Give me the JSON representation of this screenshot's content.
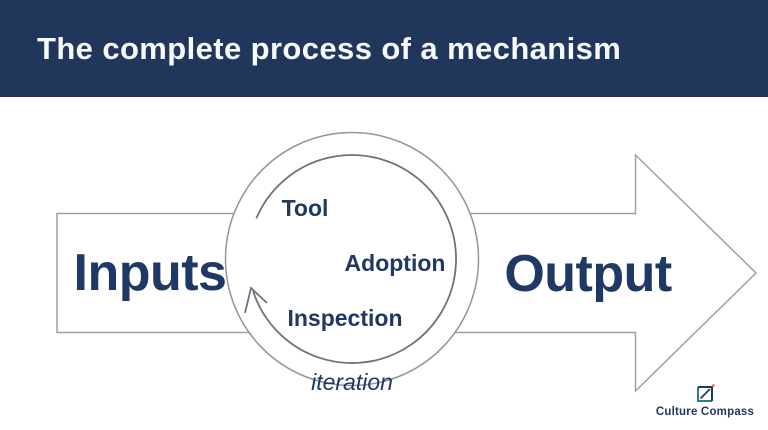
{
  "header": {
    "title": "The complete process of a mechanism",
    "background_color": "#20365b",
    "text_color": "#f7f8fa"
  },
  "diagram": {
    "input_label": "Inputs",
    "output_label": "Output",
    "cycle_steps": [
      "Tool",
      "Adoption",
      "Inspection"
    ],
    "cycle_caption": "iteration",
    "colors": {
      "label_navy": "#1f3864",
      "arrow_outline_gray": "#9aa0a8",
      "outer_circle_gray": "#8f959e",
      "inner_arrow_gray": "#6d737d"
    }
  },
  "footer": {
    "brand": "Culture Compass",
    "logo_colors": {
      "teal": "#2b7f8a",
      "navy": "#1f3864",
      "orange": "#e87728"
    }
  }
}
